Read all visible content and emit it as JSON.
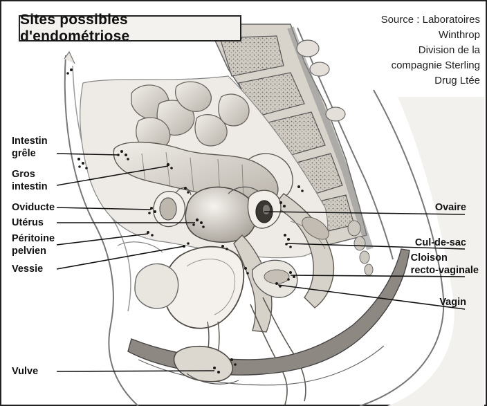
{
  "title": "Sites possibles d'endométriose",
  "source": [
    "Source : Laboratoires",
    "Winthrop",
    "Division de la",
    "compagnie Sterling",
    "Drug Ltée"
  ],
  "labels_left": [
    {
      "id": "intestin-grele",
      "lines": [
        "Intestin",
        "grêle"
      ]
    },
    {
      "id": "gros-intestin",
      "lines": [
        "Gros",
        "intestin"
      ]
    },
    {
      "id": "oviducte",
      "lines": [
        "Oviducte"
      ]
    },
    {
      "id": "uterus",
      "lines": [
        "Utérus"
      ]
    },
    {
      "id": "peritoine-pelvien",
      "lines": [
        "Péritoine",
        "pelvien"
      ]
    },
    {
      "id": "vessie",
      "lines": [
        "Vessie"
      ]
    },
    {
      "id": "vulve",
      "lines": [
        "Vulve"
      ]
    }
  ],
  "labels_right": [
    {
      "id": "ovaire",
      "lines": [
        "Ovaire"
      ]
    },
    {
      "id": "cul-de-sac",
      "lines": [
        "Cul-de-sac"
      ]
    },
    {
      "id": "cloison-recto-vaginale",
      "lines": [
        "Cloison",
        "recto-vaginale"
      ]
    },
    {
      "id": "vagin",
      "lines": [
        "Vagin"
      ]
    }
  ],
  "colors": {
    "line": "#111111",
    "tissue_light": "#ece8e2",
    "tissue_mid": "#c9c3bb",
    "tissue_dark": "#8e8882",
    "bone": "#d8d4cc",
    "lesion": "#1a1a1a",
    "border": "#222222"
  }
}
